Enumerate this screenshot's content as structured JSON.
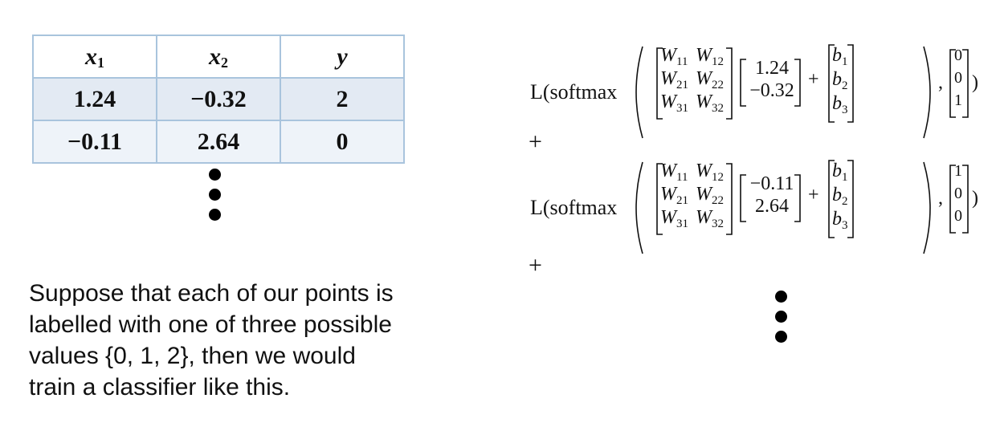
{
  "table": {
    "headers": [
      {
        "var": "x",
        "sub": "1"
      },
      {
        "var": "x",
        "sub": "2"
      },
      {
        "var": "y",
        "sub": ""
      }
    ],
    "rows": [
      [
        "1.24",
        "−0.32",
        "2"
      ],
      [
        "−0.11",
        "2.64",
        "0"
      ]
    ]
  },
  "description": "Suppose that each of our points is labelled with one of three possible values {0, 1, 2}, then we would train a classifier like this.",
  "equations": {
    "function_text": "L(softmax",
    "plus": "+",
    "comma": ",",
    "closing": ")",
    "weights": {
      "var": "W",
      "subs": [
        "11",
        "12",
        "21",
        "22",
        "31",
        "32"
      ]
    },
    "bias": {
      "var": "b",
      "subs": [
        "1",
        "2",
        "3"
      ]
    },
    "terms": [
      {
        "input": [
          "1.24",
          "−0.32"
        ],
        "label": [
          "0",
          "0",
          "1"
        ]
      },
      {
        "input": [
          "−0.11",
          "2.64"
        ],
        "label": [
          "1",
          "0",
          "0"
        ]
      }
    ],
    "between": "+",
    "after": "+"
  }
}
